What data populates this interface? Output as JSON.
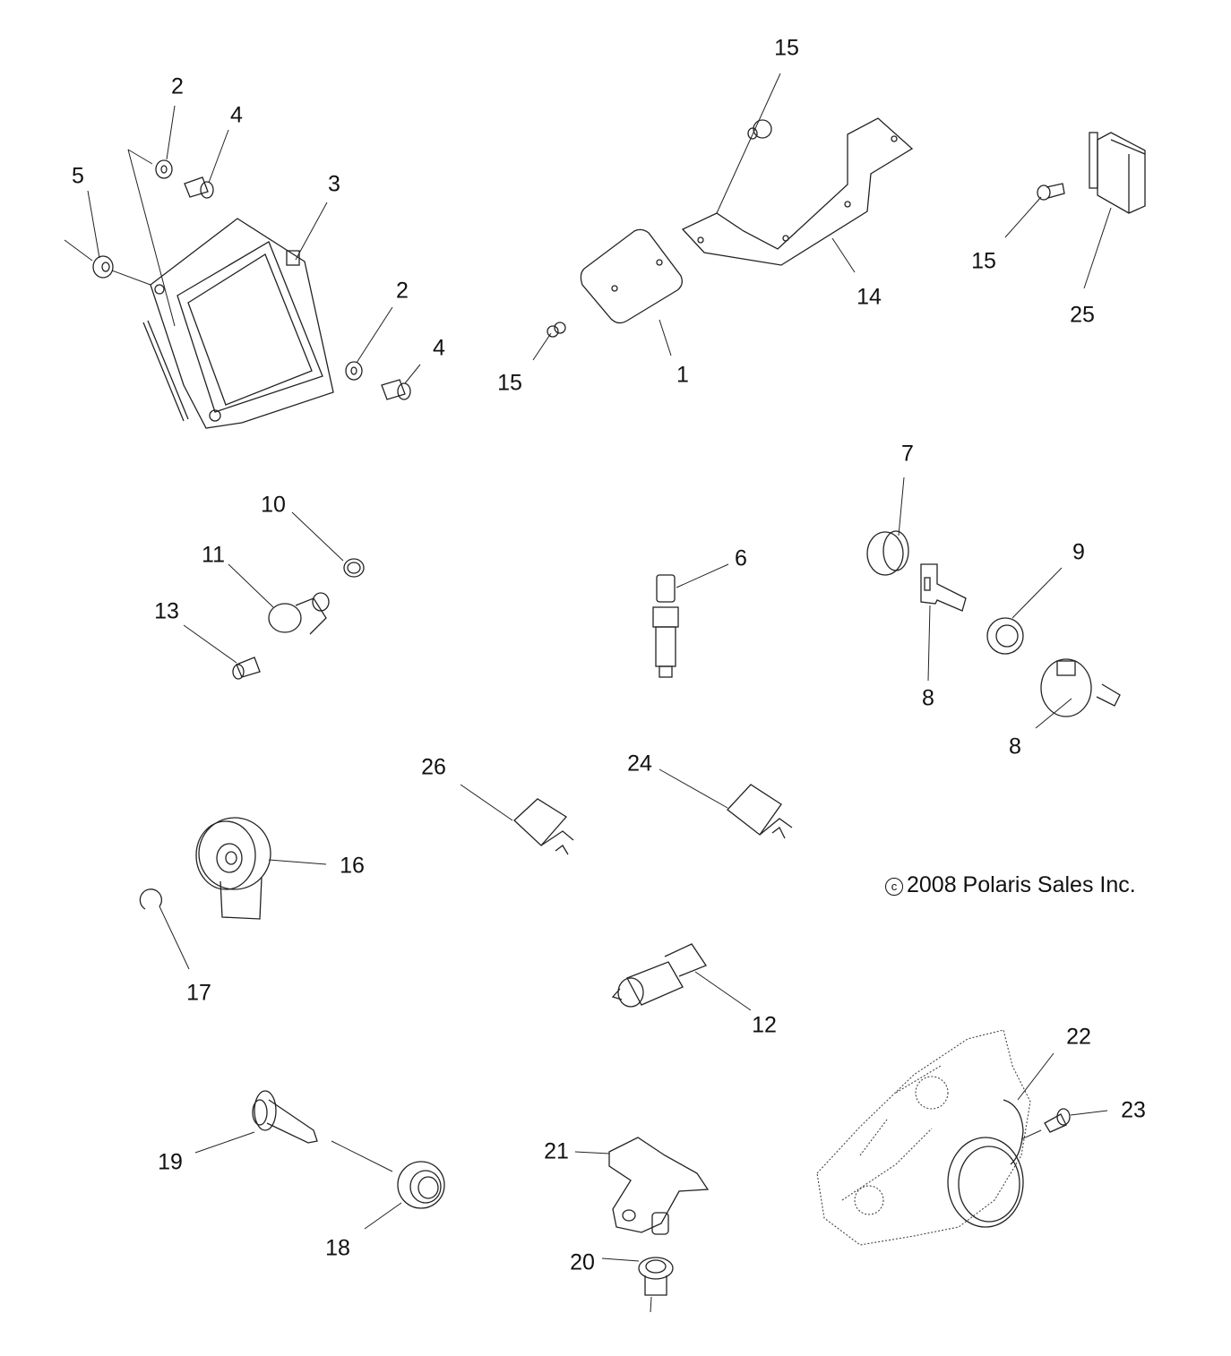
{
  "diagram": {
    "type": "exploded-parts-diagram",
    "copyright": {
      "symbol": "c",
      "text": "2008 Polaris Sales Inc."
    },
    "callouts": [
      {
        "id": "c1",
        "number": "1",
        "part": "module-cover"
      },
      {
        "id": "c2a",
        "number": "2",
        "part": "washer"
      },
      {
        "id": "c2b",
        "number": "2",
        "part": "washer"
      },
      {
        "id": "c3",
        "number": "3",
        "part": "ecu-control-module"
      },
      {
        "id": "c4a",
        "number": "4",
        "part": "screw"
      },
      {
        "id": "c4b",
        "number": "4",
        "part": "screw"
      },
      {
        "id": "c5",
        "number": "5",
        "part": "grommet"
      },
      {
        "id": "c6",
        "number": "6",
        "part": "sensor-stud"
      },
      {
        "id": "c7",
        "number": "7",
        "part": "sensor-cap"
      },
      {
        "id": "c8a",
        "number": "8",
        "part": "clip"
      },
      {
        "id": "c8b",
        "number": "8",
        "part": "sensor"
      },
      {
        "id": "c9",
        "number": "9",
        "part": "nut"
      },
      {
        "id": "c10",
        "number": "10",
        "part": "o-ring"
      },
      {
        "id": "c11",
        "number": "11",
        "part": "speed-sensor"
      },
      {
        "id": "c12",
        "number": "12",
        "part": "temperature-sensor"
      },
      {
        "id": "c13",
        "number": "13",
        "part": "screw"
      },
      {
        "id": "c14",
        "number": "14",
        "part": "mounting-bracket"
      },
      {
        "id": "c15a",
        "number": "15",
        "part": "rivet"
      },
      {
        "id": "c15b",
        "number": "15",
        "part": "rivet"
      },
      {
        "id": "c15c",
        "number": "15",
        "part": "rivet"
      },
      {
        "id": "c16",
        "number": "16",
        "part": "knock-sensor"
      },
      {
        "id": "c17",
        "number": "17",
        "part": "e-clip"
      },
      {
        "id": "c18",
        "number": "18",
        "part": "grommet"
      },
      {
        "id": "c19",
        "number": "19",
        "part": "sensor"
      },
      {
        "id": "c20",
        "number": "20",
        "part": "plug"
      },
      {
        "id": "c21",
        "number": "21",
        "part": "map-sensor"
      },
      {
        "id": "c22",
        "number": "22",
        "part": "throttle-position-sensor"
      },
      {
        "id": "c23",
        "number": "23",
        "part": "screw"
      },
      {
        "id": "c24",
        "number": "24",
        "part": "relay"
      },
      {
        "id": "c25",
        "number": "25",
        "part": "relay-block"
      },
      {
        "id": "c26",
        "number": "26",
        "part": "relay"
      }
    ]
  }
}
